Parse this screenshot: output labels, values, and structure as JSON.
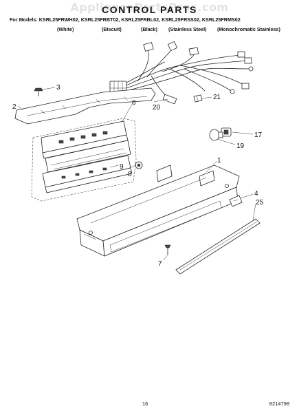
{
  "watermark": "AppliancePartsPros.com",
  "title": "CONTROL PARTS",
  "models_line": "For Models: KSRL25FRWH02, KSRL25FRBT02, KSRL25FRBL02, KSRL25FRSS02, KSRL25FRMS02",
  "variants": [
    "(White)",
    "(Biscuit)",
    "(Black)",
    "(Stainless Steel)",
    "(Monochromatic Stainless)"
  ],
  "callouts": {
    "c1": "1",
    "c2": "2",
    "c3": "3",
    "c4": "4",
    "c6": "6",
    "c7": "7",
    "c8": "8",
    "c9": "9",
    "c17": "17",
    "c19": "19",
    "c20": "20",
    "c21": "21",
    "c25": "25"
  },
  "footer": {
    "page_number": "16",
    "doc_number": "8214798"
  }
}
